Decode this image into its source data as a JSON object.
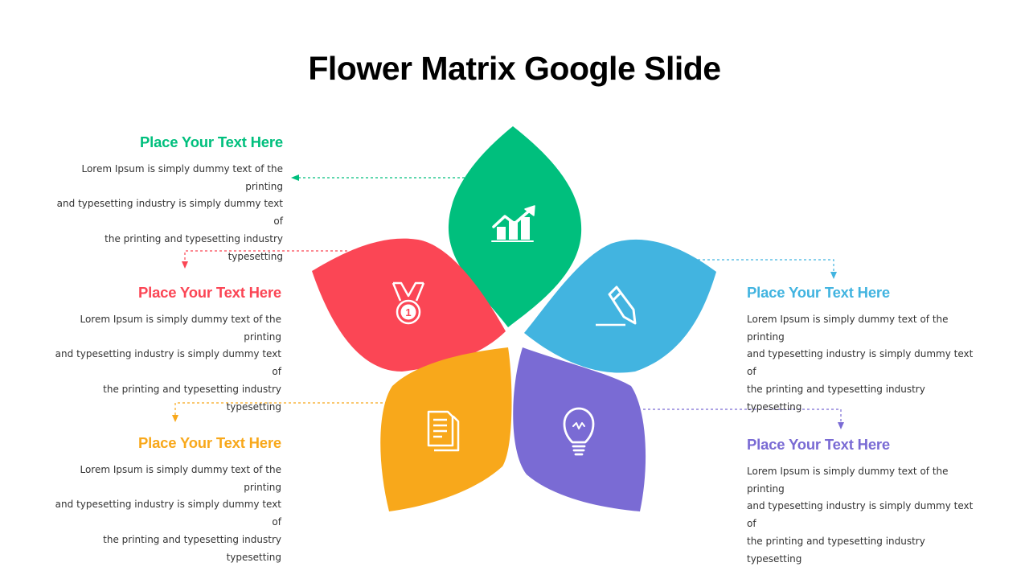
{
  "title": "Flower Matrix Google Slide",
  "colors": {
    "green": "#00BF7D",
    "red": "#FB4655",
    "blue": "#42B4E0",
    "orange": "#F8A81B",
    "purple": "#7A6BD4"
  },
  "items": [
    {
      "heading": "Place Your Text Here",
      "color": "#00BF7D",
      "icon": "growth-chart-icon",
      "lines": [
        "Lorem Ipsum is simply dummy text of the printing",
        "and typesetting industry is simply dummy text of",
        "the printing and typesetting industry typesetting"
      ]
    },
    {
      "heading": "Place Your Text Here",
      "color": "#FB4655",
      "icon": "medal-icon",
      "lines": [
        "Lorem Ipsum is simply dummy text of the printing",
        "and typesetting industry is simply dummy text of",
        "the printing and typesetting industry typesetting"
      ]
    },
    {
      "heading": "Place Your Text Here",
      "color": "#F8A81B",
      "icon": "document-icon",
      "lines": [
        "Lorem Ipsum is simply dummy text of the printing",
        "and typesetting industry is simply dummy text of",
        "the printing and typesetting industry typesetting"
      ]
    },
    {
      "heading": "Place Your Text Here",
      "color": "#42B4E0",
      "icon": "pencil-icon",
      "lines": [
        "Lorem Ipsum is simply dummy text of the printing",
        "and typesetting industry is simply dummy text of",
        "the printing and typesetting industry typesetting"
      ]
    },
    {
      "heading": "Place Your Text Here",
      "color": "#7A6BD4",
      "icon": "lightbulb-icon",
      "lines": [
        "Lorem Ipsum is simply dummy text of the printing",
        "and typesetting industry is simply dummy text of",
        "the printing and typesetting industry typesetting"
      ]
    }
  ]
}
